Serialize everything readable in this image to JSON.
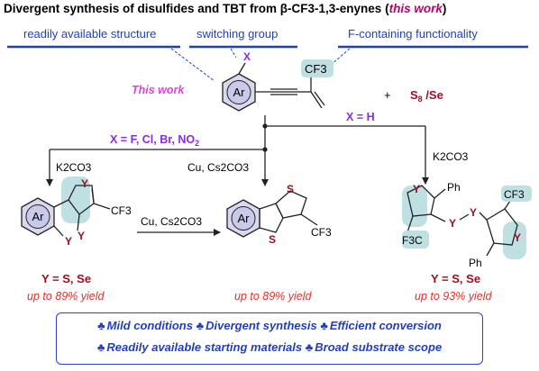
{
  "title": {
    "text": "Divergent synthesis of disulfides and TBT from β-CF3-1,3-enynes (",
    "emphasis": "this work",
    "close": ")"
  },
  "features": [
    "readily available structure",
    "switching group",
    "F-containing functionality"
  ],
  "start": {
    "label": "This work",
    "aryl": "Ar",
    "x_sub": "X",
    "cf3": "CF3"
  },
  "reagents": {
    "plus": "+",
    "sulfur": "S",
    "sulfur_sub": "8",
    "sep": " /",
    "selenium": "Se"
  },
  "branches": {
    "left_condition": "X = F, Cl, Br, NO",
    "left_condition_sub": "2",
    "right_condition": "X = H",
    "left_reagent": "K2CO3",
    "middle_reagent": "Cu, Cs2CO3",
    "right_reagent": "K2CO3",
    "bottom_reagent": "Cu, Cs2CO3"
  },
  "products": {
    "left": {
      "aryl": "Ar",
      "het": "Y",
      "cf3": "CF3",
      "label": "Y = S, Se",
      "yield": "up to 89% yield"
    },
    "middle": {
      "aryl": "Ar",
      "het": "S",
      "cf3": "CF3",
      "yield": "up to 89% yield"
    },
    "right": {
      "het": "Y",
      "ph": "Ph",
      "cf3": "CF3",
      "f3c": "F3C",
      "label": "Y = S, Se",
      "yield": "up to 93% yield"
    }
  },
  "summary": {
    "line1": [
      "Mild conditions",
      "Divergent synthesis",
      "Efficient conversion"
    ],
    "line2": [
      "Readily available starting materials",
      "Broad substrate scope"
    ],
    "bullet": "♣"
  },
  "colors": {
    "accent_blue": "#1f3fbf",
    "magenta": "#b5006e",
    "purple": "#8a2be2",
    "red_yield": "#e0302a",
    "dark_red": "#9e0e22",
    "highlight": "#bfe0e2"
  }
}
